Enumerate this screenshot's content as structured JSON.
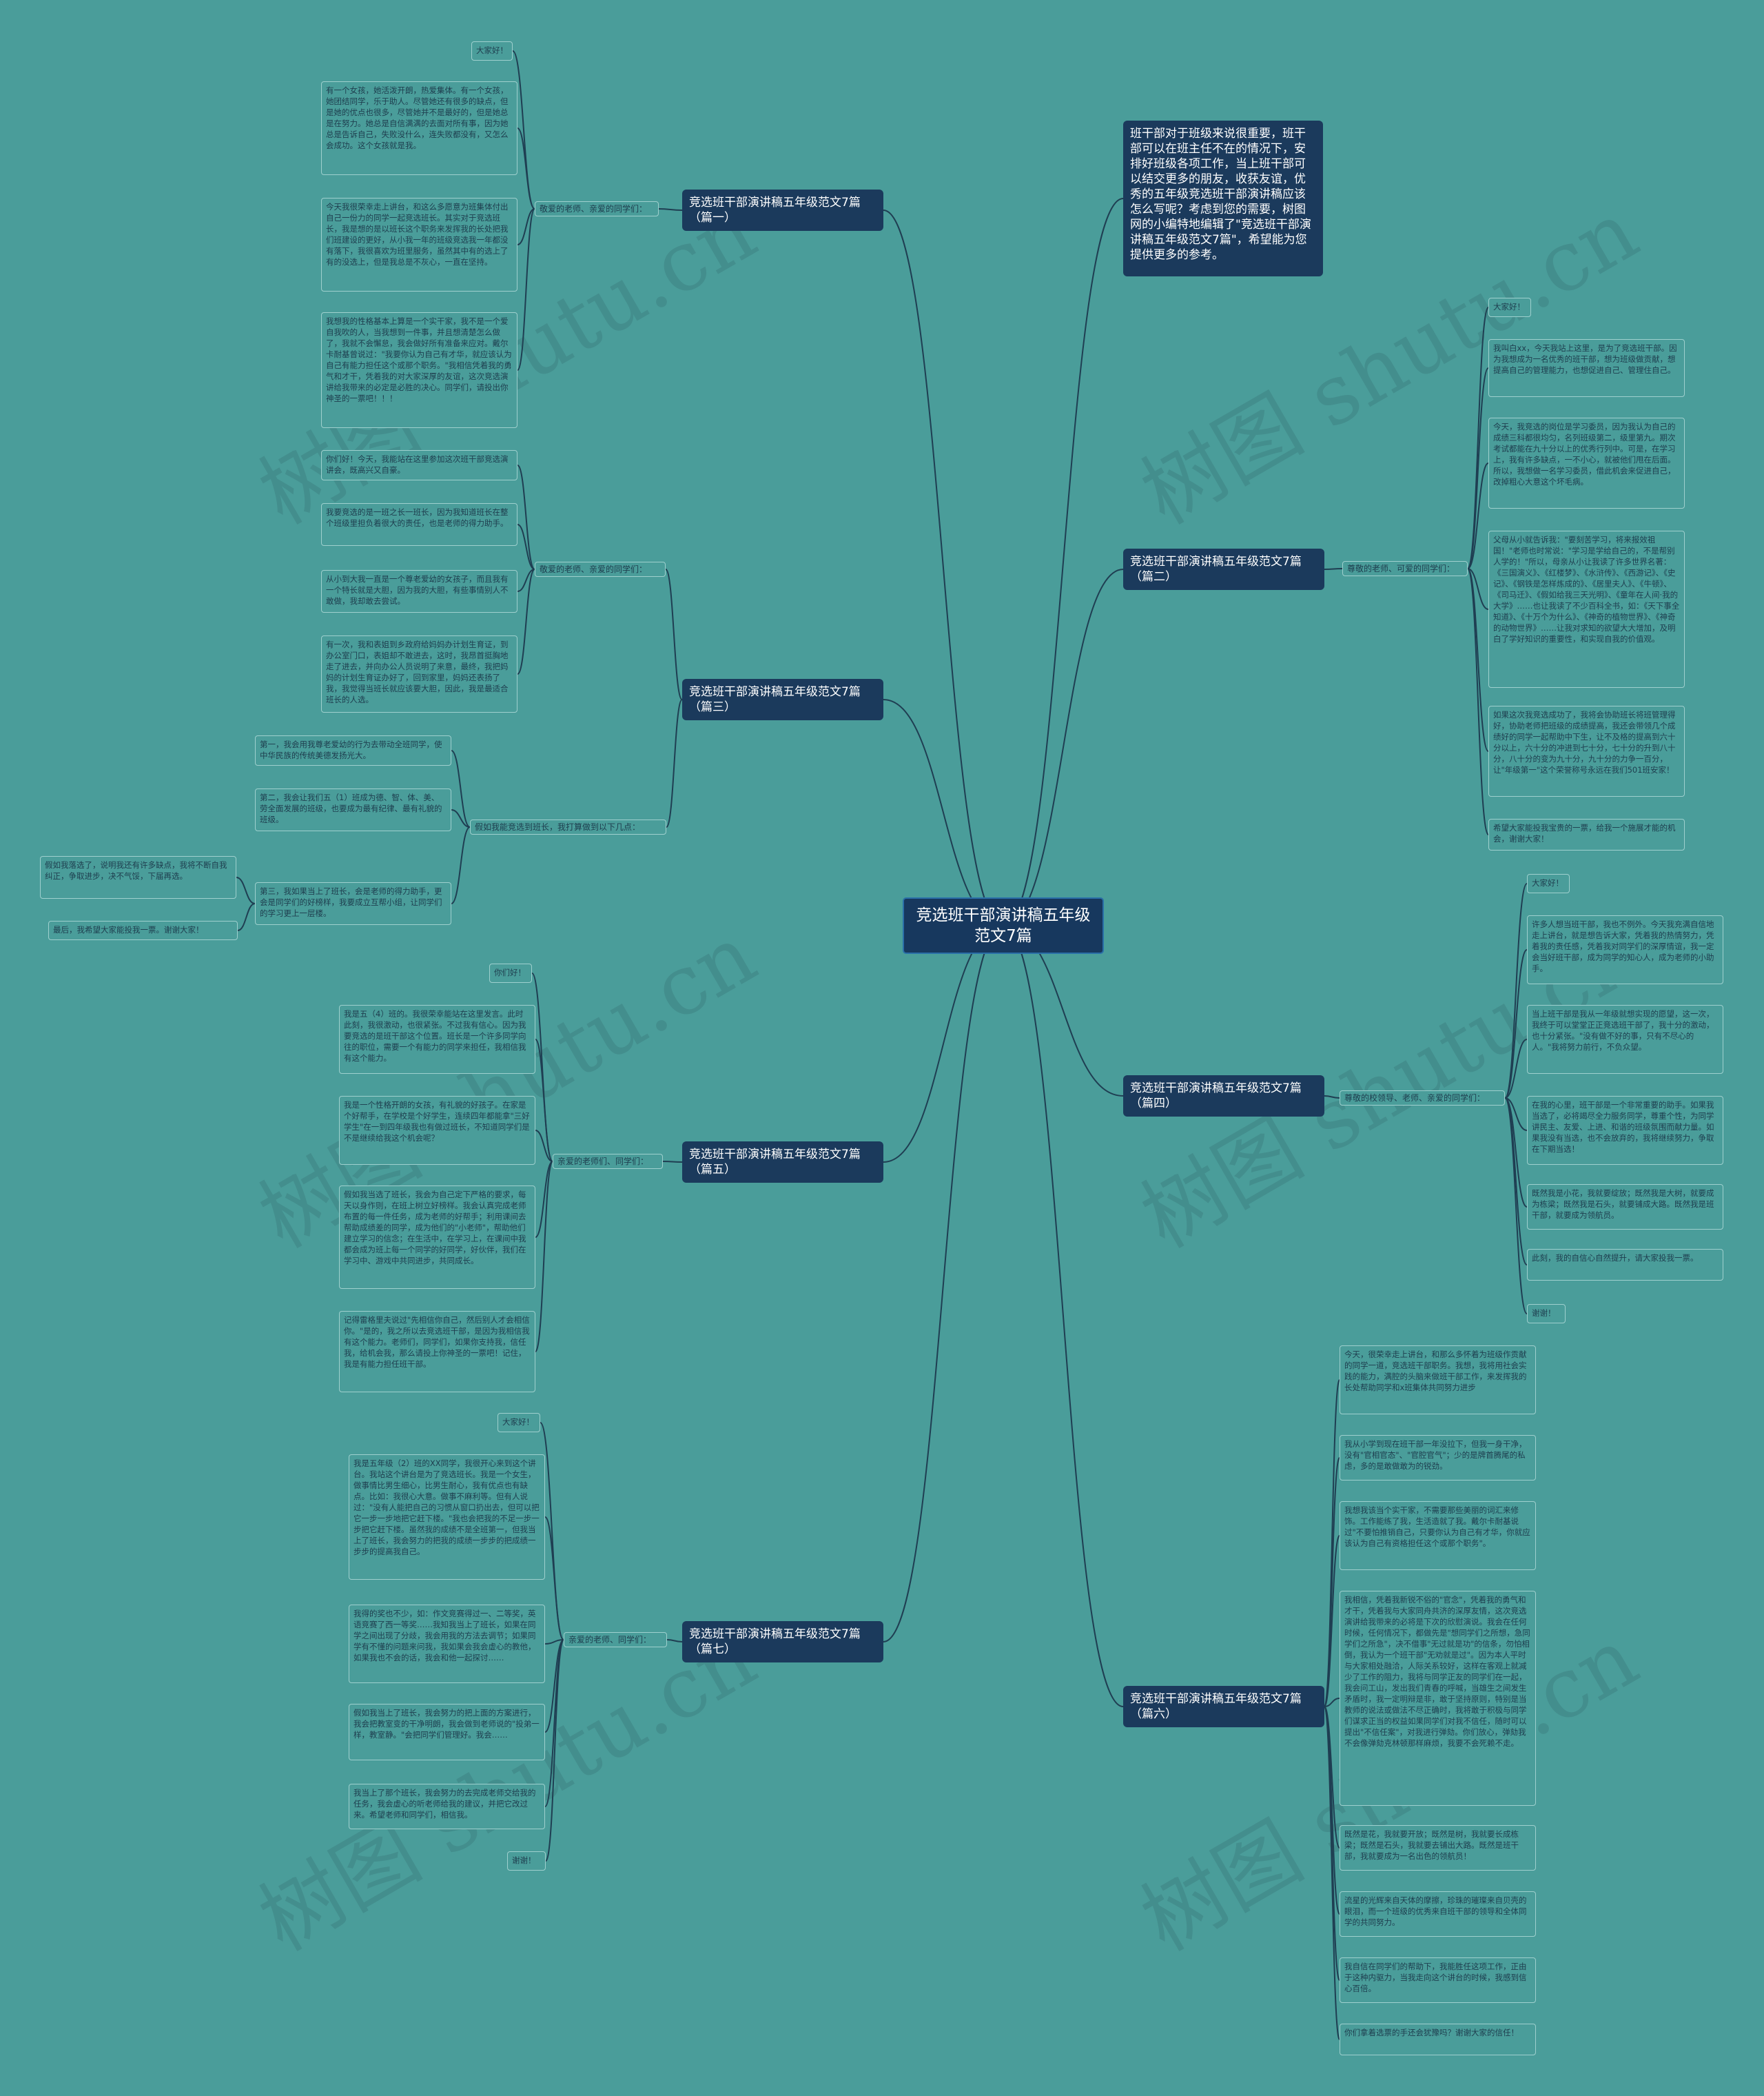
{
  "root": "竞选班干部演讲稿五年级范文7篇",
  "intro": "班干部对于班级来说很重要，班干部可以在班主任不在的情况下，安排好班级各项工作，当上班干部可以结交更多的朋友，收获友谊，优秀的五年级竞选班干部演讲稿应该怎么写呢？考虑到您的需要，树图网的小编特地编辑了\"竞选班干部演讲稿五年级范文7篇\"，希望能为您提供更多的参考。",
  "watermark": "树图 shutu.cn",
  "b1": {
    "title": "竞选班干部演讲稿五年级范文7篇（篇一）",
    "mid": "敬爱的老师、亲爱的同学们：",
    "leaves": [
      "大家好！",
      "有一个女孩，她活泼开朗，热爱集体。有一个女孩，她团结同学，乐于助人。尽管她还有很多的缺点，但是她的优点也很多，尽管她并不是最好的，但是她总是在努力。她总是自信满满的去面对所有事，因为她总是告诉自己，失败没什么，连失败都没有，又怎么会成功。这个女孩就是我。",
      "今天我很荣幸走上讲台，和这么多愿意为班集体付出自己一份力的同学一起竞选班长。其实对于竞选班长，我是想的是以班长这个职务来发挥我的长处把我们班建设的更好，从小我一年的班级竞选我一年都没有落下，我很喜欢为班里服务，虽然其中有的选上了有的没选上，但是我总是不灰心，一直在坚持。",
      "我想我的性格基本上算是一个实干家，我不是一个爱自我吹的人，当我想到一件事，并且想清楚怎么做了，我就不会懈怠，我会做好所有准备来应对。戴尔卡耐基曾说过：\"我要你认为自己有才华，就应该认为自己有能力担任这个或那个职务。\"我相信凭着我的勇气和才干，凭着我的对大家深厚的友谊，这次竞选演讲给我带来的必定是必胜的决心。同学们，请投出你神圣的一票吧！！！"
    ]
  },
  "b3": {
    "title": "竞选班干部演讲稿五年级范文7篇（篇三）",
    "mid1": "敬爱的老师、亲爱的同学们：",
    "mid2": "假如我能竞选到班长，我打算做到以下几点：",
    "leaves1": [
      "你们好！今天，我能站在这里参加这次班干部竞选演讲会，既高兴又自豪。",
      "我要竞选的是一班之长一班长，因为我知道班长在整个班级里担负着很大的责任，也是老师的得力助手。",
      "从小到大我一直是一个尊老爱幼的女孩子，而且我有一个特长就是大胆，因为我的大胆，有些事情别人不敢做，我却敢去尝试。",
      "有一次，我和表姐到乡政府给妈妈办计划生育证，到办公室门口，表姐却不敢进去，这时，我昂首挺胸地走了进去，并向办公人员说明了来意，最终，我把妈妈的计划生育证办好了，回到家里，妈妈还表扬了我，我觉得当班长就应该要大胆，因此，我是最适合班长的人选。"
    ],
    "leaves2": [
      "第一，我会用我尊老爱幼的行为去带动全班同学，使中华民族的传统美德发扬光大。",
      "第二，我会让我们五（1）班成为德、智、体、美、劳全面发展的班级，也要成为最有纪律、最有礼貌的班级。",
      "第三，我如果当上了班长，会是老师的得力助手，更会是同学们的好榜样，我要成立互帮小组，让同学们的学习更上一层楼。",
      "假如我落选了，说明我还有许多缺点，我将不断自我纠正，争取进步，决不气馁，下届再选。",
      "最后，我希望大家能投我一票。谢谢大家！"
    ]
  },
  "b5": {
    "title": "竞选班干部演讲稿五年级范文7篇（篇五）",
    "mid": "亲爱的老师们、同学们：",
    "leaves": [
      "你们好！",
      "我是五（4）班的。我很荣幸能站在这里发言。此时此刻，我很激动，也很紧张。不过我有信心。因为我要竞选的是班干部这个位置。班长是一个许多同学向往的职位，需要一个有能力的同学来担任，我相信我有这个能力。",
      "我是一个性格开朗的女孩，有礼貌的好孩子。在家是个好帮手，在学校是个好学生，连续四年都能拿\"三好学生\"在一到四年级我也有做过班长，不知道同学们是不是继续给我这个机会呢？",
      "假如我当选了班长，我会为自己定下严格的要求，每天以身作则，在班上树立好榜样。我会认真完成老师布置的每一件任务，成为老师的好帮手；利用课间去帮助成绩差的同学，成为他们的\"小老师\"，帮助他们建立学习的信念；在生活中，在学习上，在课间中我都会成为班上每一个同学的好同学，好伙伴，我们在学习中、游戏中共同进步，共同成长。",
      "记得雷格里夫说过\"先相信你自己，然后别人才会相信你。\"是的，我之所以去竞选班干部，是因为我相信我有这个能力。老师们，同学们，如果你支持我，信任我，给机会我，那么请投上你神圣的一票吧！记住，我是有能力担任班干部。"
    ]
  },
  "b7": {
    "title": "竞选班干部演讲稿五年级范文7篇（篇七）",
    "mid": "亲爱的老师、同学们：",
    "leaves": [
      "大家好！",
      "我是五年级（2）班的XX同学，我很开心来到这个讲台。我站这个讲台是为了竞选班长。我是一个女生，做事情比男生细心，比男生耐心，我有优点也有缺点。比如：我很心大意。做事不麻利等。但有人说过：\"没有人能把自己的习惯从窗口扔出去，但可以把它一步一步地把它赶下楼。\"我也会把我的不足一步一步把它赶下楼。虽然我的成绩不是全班第一，但我当上了班长，我会努力的把我的成绩一步步的把成绩一步步的提高我自己。",
      "我得的奖也不少，如：作文竞赛得过一、二等奖，英语竞赛了西一等奖……我知我当上了班长，如果在同学之间出现了分歧，我会用我的方法去调节；如果同学有不懂的问题来问我，我如果会我会虚心的教他，如果我也不会的话，我会和他一起探讨……",
      "假如我当上了班长，我会努力的把上面的方案进行，我会把教室变的干净明朗，我会做到老师说的\"投弟一样，教室静。\"会把同学们管理好。我会……",
      "我当上了那个班长，我会努力的去完成老师交给我的任务，我会虚心的听老师给我的建议，并把它改过来。希望老师和同学们，相信我。",
      "谢谢！"
    ]
  },
  "b2": {
    "title": "竞选班干部演讲稿五年级范文7篇（篇二）",
    "mid": "尊敬的老师、可爱的同学们：",
    "leaves": [
      "大家好！",
      "我叫白xx，今天我站上这里，是为了竞选班干部。因为我想成为一名优秀的班干部，想为班级做贡献，想提高自己的管理能力，也想促进自己、管理住自己。",
      "今天，我竞选的岗位是学习委员，因为我认为自己的成绩三科都很均匀，名列班级第二，级里第九。期次考试都能在九十分以上的优秀行列中。可是，在学习上，我有许多缺点，一不小心，就被他们甩在后面。所以，我想做一名学习委员，借此机会来促进自己，改掉粗心大意这个坏毛病。",
      "父母从小就告诉我：\"要刻苦学习，将来报效祖国！\"老师也时常说：\"学习是学给自己的，不是帮别人学的！\"所以，母亲从小让我读了许多世界名著：《三国演义》、《红楼梦》、《水浒传》、《西游记》、《史记》、《钢铁是怎样炼成的》、《居里夫人》、《牛顿》、《司马迁》、《假如给我三天光明》、《童年在人间·我的大学》……也让我读了不少百科全书，如：《天下事全知道》、《十万个为什么》、《神奇的植物世界》、《神奇的动物世界》……让我对求知的欲望大大增加，及明白了学好知识的重要性，和实现自我的价值观。",
      "如果这次我竞选成功了，我将会协助班长将班管理得好，协助老师把班级的成绩提高，我还会带领几个成绩好的同学一起帮助中下生，让不及格的提高到六十分以上，六十分的冲进到七十分，七十分的升到八十分，八十分的变为九十分，九十分的力争一百分，让\"年级第一\"这个荣誉称号永远在我们501班安家！",
      "希望大家能投我宝贵的一票，给我一个施展才能的机会，谢谢大家！"
    ]
  },
  "b4": {
    "title": "竞选班干部演讲稿五年级范文7篇（篇四）",
    "mid": "尊敬的校领导、老师、亲爱的同学们：",
    "leaves": [
      "大家好！",
      "许多人想当班干部，我也不例外。今天我充满自信地走上讲台，就是想告诉大家，凭着我的热情努力，凭着我的责任感，凭着我对同学们的深厚情谊，我一定会当好班干部，成为同学的知心人，成为老师的小助手。",
      "当上班干部是我从一年级就想实现的愿望，这一次，我终于可以堂堂正正竞选班干部了，我十分的激动，也十分紧张。\"没有做不好的事，只有不尽心的人。\"我将努力前行，不负众望。",
      "在我的心里，班干部是一个非常重要的助手。如果我当选了，必将竭尽全力服务同学，尊重个性，为同学讲民主、友爱、上进、和谐的班级氛围而献力量。如果我没有当选，也不会放弃的，我将继续努力，争取在下期当选！",
      "既然我是小花，我就要绽放；既然我是大树，就要成为栋梁；既然我是石头，就要铺成大路。既然我是班干部，就要成为领航员。",
      "此刻，我的自信心自然提升，请大家投我一票。",
      "谢谢！"
    ]
  },
  "b6": {
    "title": "竞选班干部演讲稿五年级范文7篇（篇六）",
    "leaves": [
      "今天，很荣幸走上讲台，和那么多怀着为班级作贡献的同学一道，竞选班干部职务。我想，我将用社会实践的能力，满腔的头脑来做班干部工作，来发挥我的长处帮助同学和x班集体共同努力进步",
      "我从小学到现在班干部一年没拉下，但我一身干净，没有\"官相官态\"、\"官腔官气\"；少的是牌首腾尾的私虑，多的是敢做敢为的锐劲。",
      "我想我该当个实干家，不需要那些美丽的词汇来修饰。工作能练了我，生活造就了我。戴尔卡耐基说过\"不要怕推销自己，只要你认为自己有才华，你就应该认为自己有资格担任这个或那个职务\"。",
      "我相信，凭着我新锐不俗的\"官念\"，凭着我的勇气和才干，凭着我与大家同舟共济的深厚友情，这次竞选演讲给我带来的必将是下次的欣慰演说。我会在任何时候，任何情况下，都做先是\"想同学们之所想，急同学们之所急\"，决不借事\"无过就是功\"的信条，勿怕相倒，我认为一个班干部\"无劝就是过\"。因为本人平时与大家相处融洽，人际关系较好，这样在客观上就减少了工作的阻力，我将与同学正友的同学们在一起，我会问工山，发出我们青春的呼喊，当雄生之间发生矛盾时，我一定明辩是非，敢于坚持原则，特别是当教师的说法或做法不尽正确时，我将敢于积极与同学们谋求正当的权益如果同学们对我不信任，随时可以提出\"不信任案\"，对我进行弹劾。你们放心，弹劾我不会像弹劾克林顿那样麻烦，我要不会死赖不走。",
      "既然是花，我就要开放；既然是树，我就要长成栋梁；既然是石头，我就要去铺出大路。既然是班干部，我就要成为一名出色的领航员！",
      "流星的光辉来自天体的摩擦，珍珠的璀璨来自贝壳的眼泪，而一个班级的优秀来自班干部的领导和全体同学的共同努力。",
      "我自信在同学们的帮助下，我能胜任这项工作，正由于这种内驱力，当我走向这个讲台的时候，我感到信心百倍。",
      "你们拿着选票的手还会犹豫吗？谢谢大家的信任！"
    ]
  },
  "colors": {
    "background": "#4a9d9a",
    "node": "#1b3a5c",
    "line": "#1f3e52"
  }
}
